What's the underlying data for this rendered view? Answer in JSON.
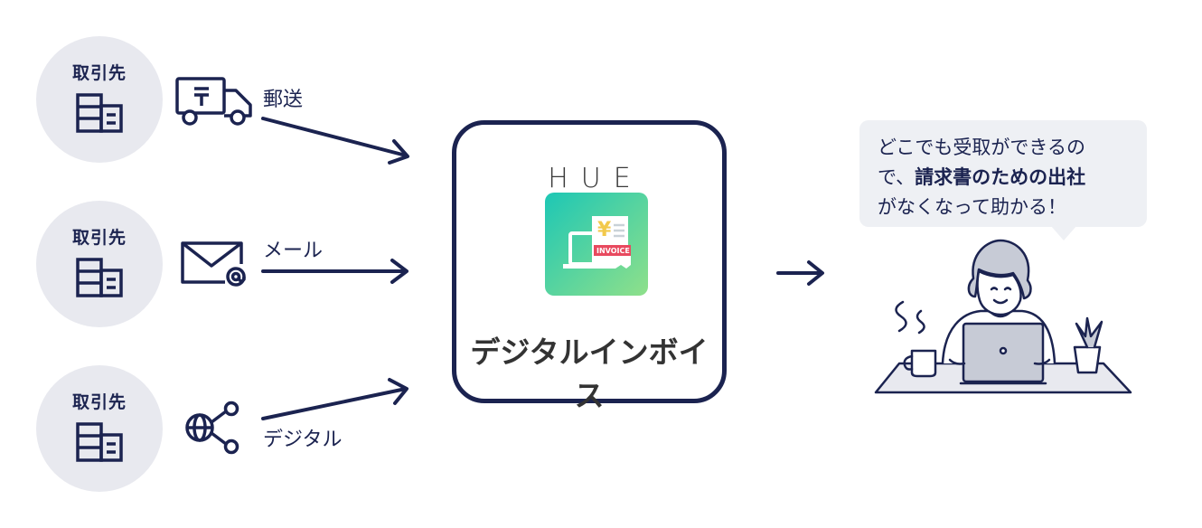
{
  "partners": [
    {
      "label": "取引先",
      "channel": "郵送",
      "channel_icon": "delivery-truck-icon"
    },
    {
      "label": "取引先",
      "channel": "メール",
      "channel_icon": "email-icon"
    },
    {
      "label": "取引先",
      "channel": "デジタル",
      "channel_icon": "network-globe-icon"
    }
  ],
  "center": {
    "logo": "HUE",
    "app_icon_badge": "INVOICE",
    "app_icon_symbol": "¥",
    "product_name": "デジタルインボイス"
  },
  "speech": {
    "line1": "どこでも受取ができるの",
    "line2_prefix": "で、",
    "line2_bold": "請求書のための出社",
    "line3": "がなくなって助かる！"
  },
  "colors": {
    "navy": "#1b2350",
    "partner_bg": "#e8e9ef",
    "bubble_bg": "#eef0f4",
    "app_icon_gradient": [
      "#1dc7b5",
      "#8fe08a"
    ]
  }
}
